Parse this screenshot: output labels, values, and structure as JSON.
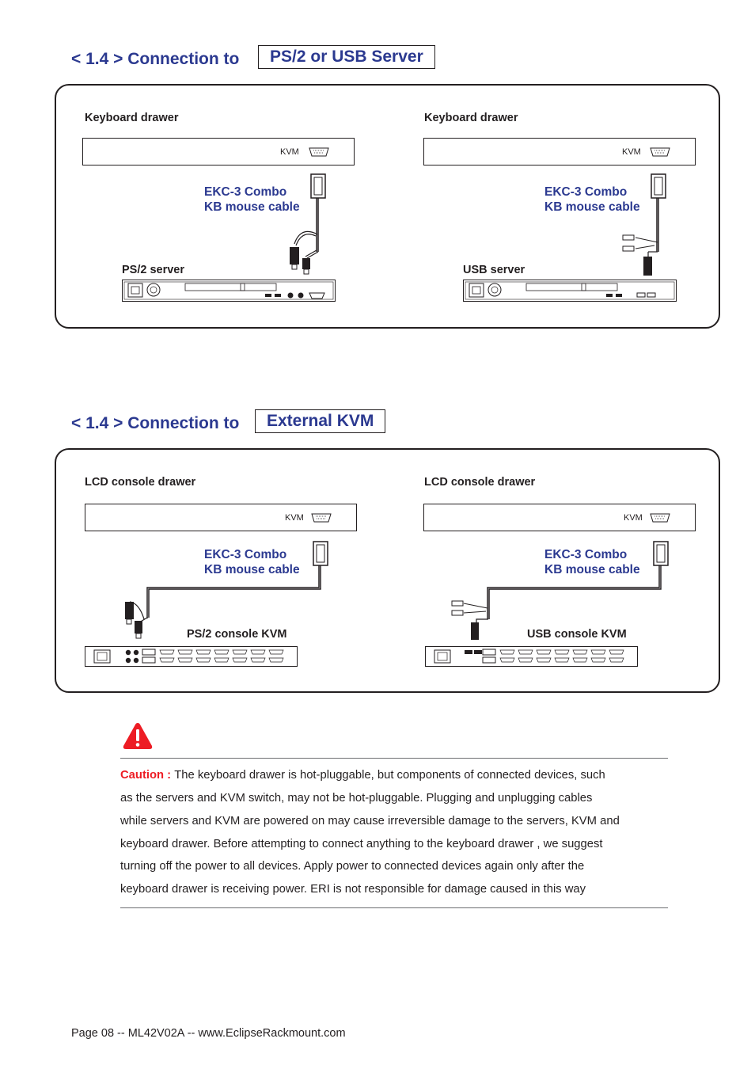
{
  "section1": {
    "title_prefix": "< 1.4 > Connection to",
    "title_box": "PS/2 or USB Server",
    "left": {
      "drawer_label": "Keyboard drawer",
      "kvm_tag": "KVM",
      "cable_line1": "EKC-3 Combo",
      "cable_line2": "KB mouse cable",
      "device_label": "PS/2 server"
    },
    "right": {
      "drawer_label": "Keyboard drawer",
      "kvm_tag": "KVM",
      "cable_line1": "EKC-3 Combo",
      "cable_line2": "KB mouse cable",
      "device_label": "USB server"
    }
  },
  "section2": {
    "title_prefix": "< 1.4 > Connection to",
    "title_box": "External KVM",
    "left": {
      "drawer_label": "LCD console drawer",
      "kvm_tag": "KVM",
      "cable_line1": "EKC-3 Combo",
      "cable_line2": "KB mouse cable",
      "device_label": "PS/2 console KVM"
    },
    "right": {
      "drawer_label": "LCD console drawer",
      "kvm_tag": "KVM",
      "cable_line1": "EKC-3 Combo",
      "cable_line2": "KB mouse cable",
      "device_label": "USB console KVM"
    }
  },
  "caution": {
    "word": "Caution :",
    "lines": [
      "The  keyboard drawer is hot-pluggable, but components of connected devices, such",
      "as  the servers and KVM switch, may not be hot-pluggable. Plugging and unplugging cables",
      "while servers and KVM are powered on may cause irreversible damage to the servers, KVM and",
      "keyboard  drawer.  Before attempting to connect anything to the keyboard drawer     ,  we suggest",
      "turning  off  the power to all devices.     Apply  power to connected devices again only after the",
      "keyboard drawer is receiving power. ERI is not responsible for damage caused in this way"
    ],
    "icon": "warning-triangle-icon",
    "icon_color": "#ed1c24"
  },
  "footer": "Page 08 -- ML42V02A -- www.EclipseRackmount.com"
}
